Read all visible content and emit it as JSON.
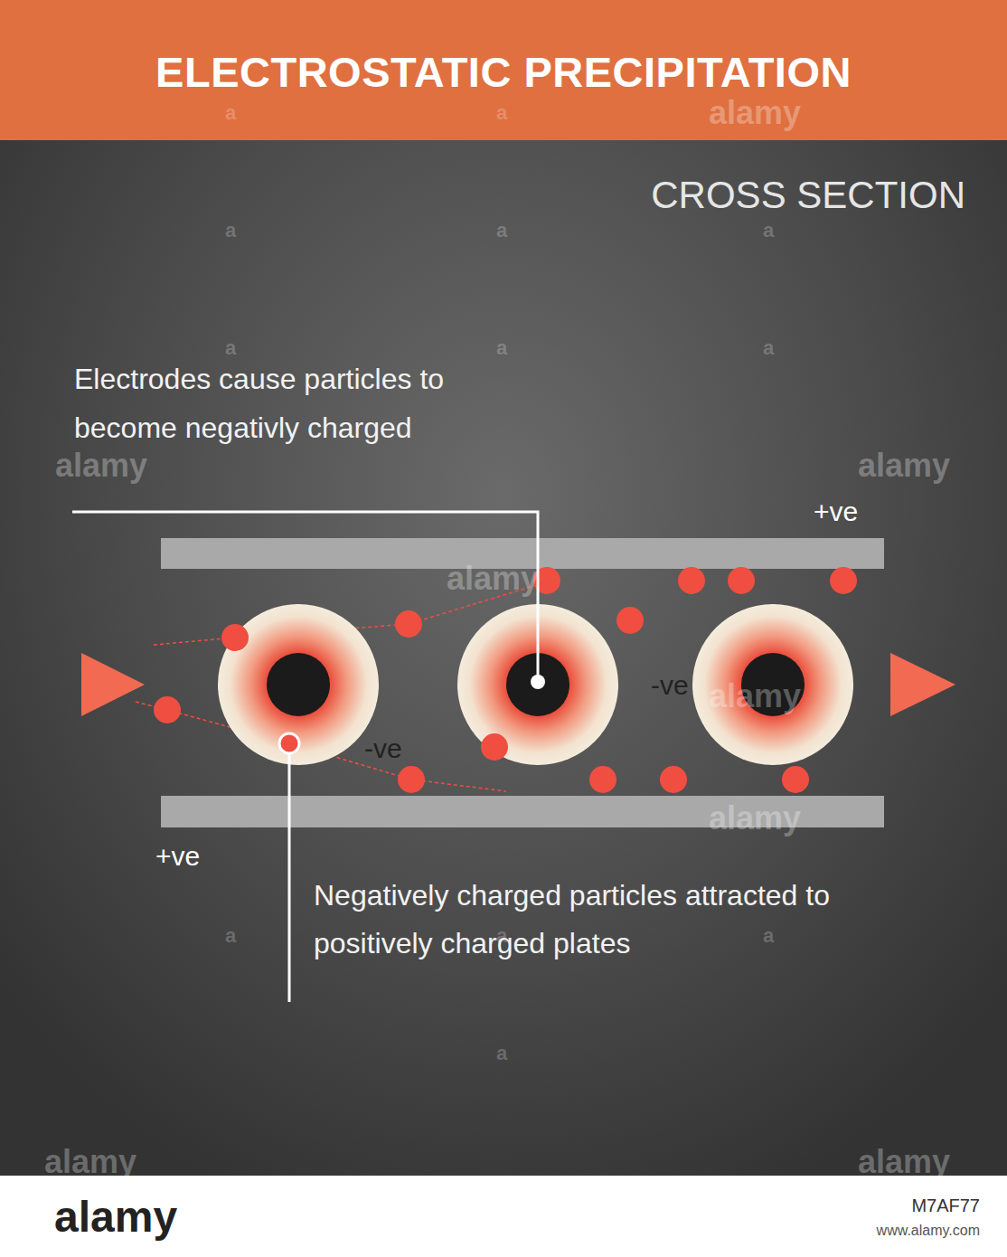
{
  "diagram": {
    "title": "ELECTROSTATIC PRECIPITATION",
    "labels": [
      "CROSS SECTION",
      "Electrodes cause particles to become negativly charged",
      "Negatively charged particles attracted to positively charged plates",
      "+ve",
      "-ve",
      "-ve",
      "+ve",
      "alamy",
      "alamy",
      "alamy",
      "alamy",
      "alamy",
      "alamy",
      "alamy",
      "alamy",
      "a",
      "a",
      "a",
      "a",
      "a",
      "a",
      "a",
      "a",
      "a",
      "a",
      "a",
      "a",
      "alamy",
      "M7AF77",
      "www.alamy.com"
    ]
  }
}
